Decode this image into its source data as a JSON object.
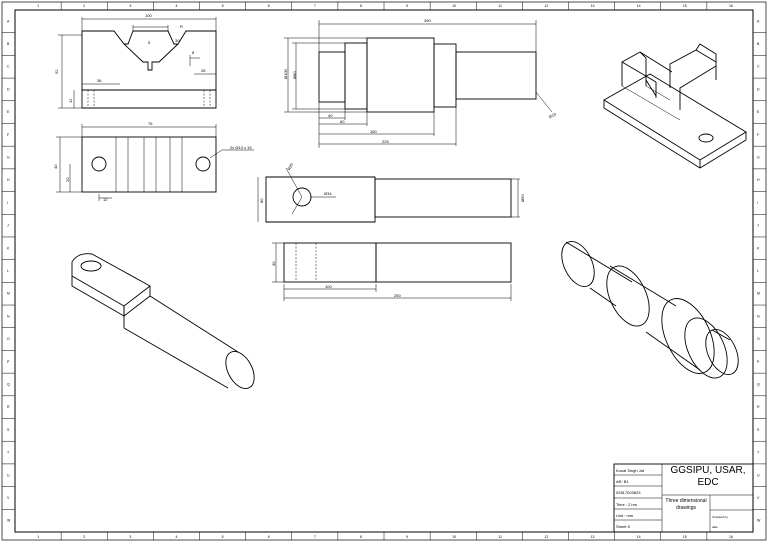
{
  "border": {
    "zone_numbers": [
      "1",
      "2",
      "3",
      "4",
      "5",
      "6",
      "7",
      "8",
      "9",
      "10",
      "11",
      "12",
      "13",
      "14",
      "15",
      "16"
    ],
    "zone_letters": [
      "A",
      "B",
      "C",
      "D",
      "E",
      "F",
      "G",
      "H",
      "I",
      "J",
      "K",
      "L",
      "M",
      "N",
      "O",
      "P",
      "Q",
      "R",
      "S",
      "T",
      "U",
      "V",
      "W"
    ]
  },
  "views": {
    "support_front": {
      "top_width": "100",
      "height": "52",
      "left_step": "36",
      "right_step": "26",
      "base": "12",
      "vee": "30",
      "slot": "5",
      "notch": "8",
      "r": "R"
    },
    "support_top": {
      "length": "76",
      "height": "40",
      "offset": "20",
      "hole_pos": "12",
      "holes": "2x Ø13 x 15"
    },
    "shaft_front": {
      "overall": "390",
      "dia1": "Ø100",
      "dia2": "Ø80",
      "d40": "40",
      "d60": "60",
      "d160": "160",
      "d225": "225",
      "r10": "R10"
    },
    "lever_front": {
      "r20": "R20",
      "bore": "Ø34",
      "h": "80",
      "rod_dia": "Ø50"
    },
    "lever_top": {
      "h": "40",
      "d100": "100",
      "d250": "250"
    }
  },
  "title_block": {
    "name": "Kunal Singh Jat",
    "ar": "AR: B1",
    "roll": "02817003823",
    "time": "Time : 2 hrs",
    "unit": "Unit : mm",
    "sheet": "Sheet 5",
    "institute": "GGSIPU, USAR, EDC",
    "title": "Three dimensional drawings",
    "checked_by": "Checked by",
    "date": "date"
  }
}
